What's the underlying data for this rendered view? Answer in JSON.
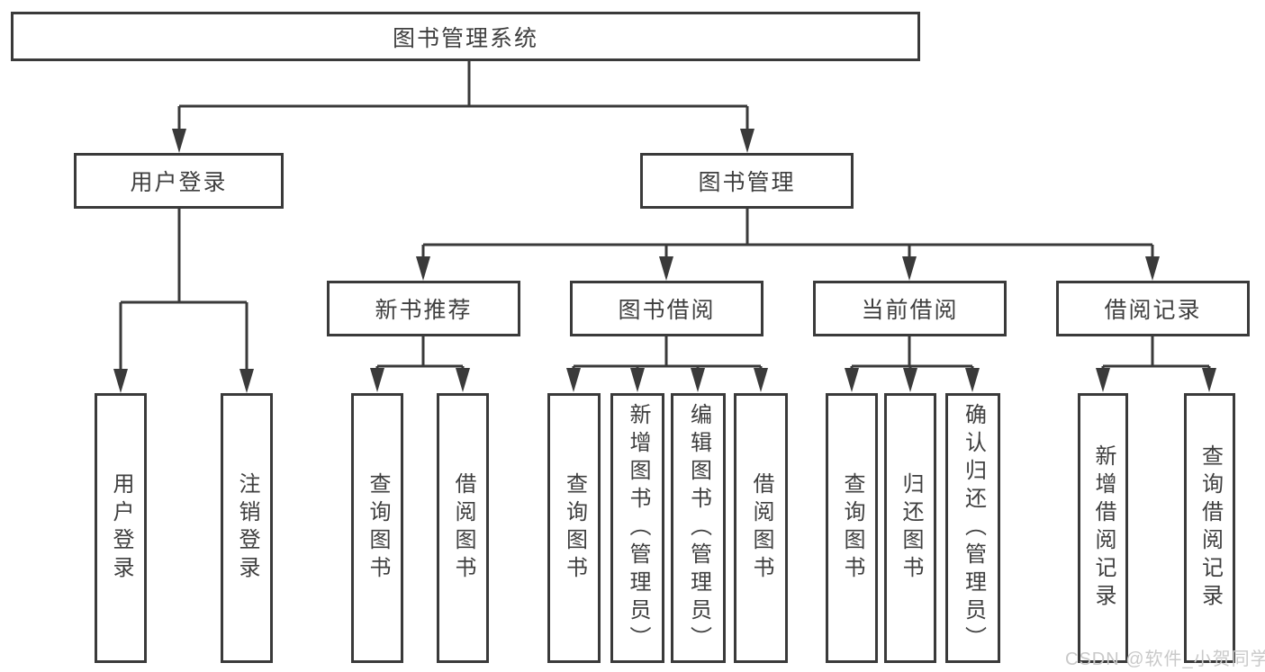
{
  "tree": {
    "root": "图书管理系统",
    "level2": [
      {
        "label": "用户登录",
        "children": [
          "用户登录",
          "注销登录"
        ]
      },
      {
        "label": "图书管理",
        "sections": [
          {
            "label": "新书推荐",
            "children": [
              "查询图书",
              "借阅图书"
            ]
          },
          {
            "label": "图书借阅",
            "children": [
              "查询图书",
              "新增图书（管理员）",
              "编辑图书（管理员）",
              "借阅图书"
            ]
          },
          {
            "label": "当前借阅",
            "children": [
              "查询图书",
              "归还图书",
              "确认归还（管理员）"
            ]
          },
          {
            "label": "借阅记录",
            "children": [
              "新增借阅记录",
              "查询借阅记录"
            ]
          }
        ]
      }
    ]
  },
  "watermark": {
    "text": "CSDN @软件_小贺同学"
  },
  "colors": {
    "line": "#3a3a3a",
    "text": "#3f3f3f",
    "box_bg": "#ffffff",
    "watermark": "#c9c9c9",
    "background": "#ffffff"
  }
}
